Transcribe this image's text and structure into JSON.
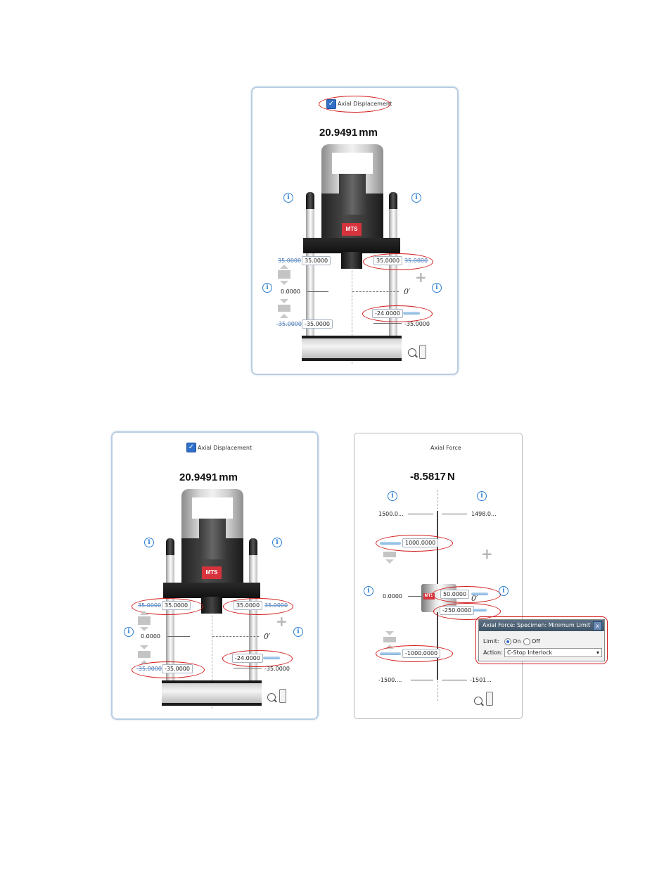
{
  "figure1": {
    "checkbox_label": "Axial Displacement",
    "reading_value": "20.9491",
    "reading_unit": "mm",
    "logo": "MTS",
    "upper_left_label": "35.0000",
    "upper_left_field": "35.0000",
    "upper_right_field": "35.0000",
    "upper_right_label": "35.0000",
    "zero_label": "0.0000",
    "zero_marker": "0′",
    "lower_right_field": "-24.0000",
    "lower_left_label": "-35.0000",
    "lower_left_field": "-35.0000",
    "lower_right_label": "-35.0000"
  },
  "figure2": {
    "checkbox_label": "Axial Displacement",
    "reading_value": "20.9491",
    "reading_unit": "mm",
    "logo": "MTS",
    "upper_left_label": "35.0000",
    "upper_left_field": "35.0000",
    "upper_right_field": "35.0000",
    "upper_right_label": "35.0000",
    "zero_label": "0.0000",
    "zero_marker": "0′",
    "lower_right_field": "-24.0000",
    "lower_left_label": "-35.0000",
    "lower_left_field": "-35.0000",
    "lower_right_label": "-35.0000"
  },
  "figure3": {
    "title": "Axial Force",
    "reading_value": "-8.5817",
    "reading_unit": "N",
    "top_left_label": "1500.0...",
    "top_right_label": "1498.0...",
    "upper_field": "1000.0000",
    "zero_label": "0.0000",
    "logo": "MTS",
    "fixture_field_upper": "50.0000",
    "zero_marker": "0′",
    "fixture_field_lower": "-250.0000",
    "lower_field": "-1000.0000",
    "bottom_left_label": "-1500....",
    "bottom_right_label": "-1501...",
    "popup": {
      "title": "Axial Force: Specimen: Minimum Limit",
      "close": "x",
      "limit_label": "Limit:",
      "on_label": "On",
      "off_label": "Off",
      "action_label": "Action:",
      "action_value": "C-Stop Interlock"
    }
  },
  "colors": {
    "highlight_oval": "#d21b1b",
    "panel_border": "#b8cde3",
    "info_icon": "#2d7fd4",
    "checkbox": "#2f6fc9",
    "logo_red": "#d6333c"
  }
}
